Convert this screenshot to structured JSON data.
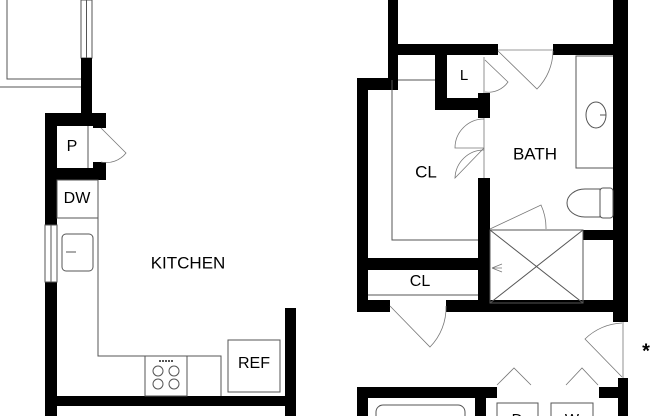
{
  "rooms": {
    "kitchen": "KITCHEN",
    "pantry": "P",
    "dishwasher": "DW",
    "refrigerator": "REF",
    "closet_main": "CL",
    "closet_small": "CL",
    "linen": "L",
    "bath": "BATH",
    "dryer": "D",
    "washer": "W"
  },
  "marker": "*"
}
